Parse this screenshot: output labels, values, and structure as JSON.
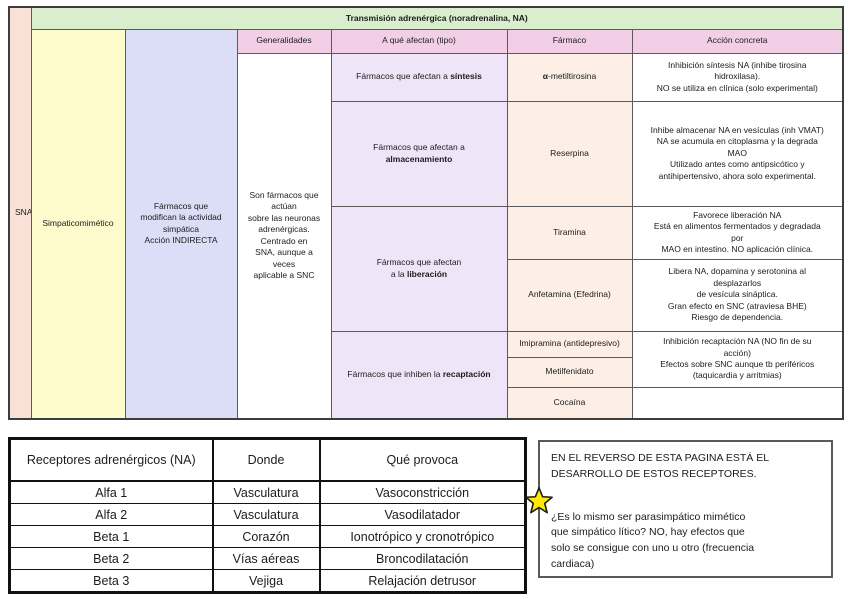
{
  "colors": {
    "green_band": "#d8eecd",
    "sna_pink": "#f9e1d7",
    "yellow_col": "#fdfbcc",
    "lavender_col": "#dcddf6",
    "pink_header": "#f2cfe7",
    "purple_cell": "#f0e4f9",
    "peach_cell": "#fdefe5",
    "salmon_header": "#f6d9c7",
    "donde_header": "#d8dbf4",
    "provoca_header": "#fbf9c6",
    "star_fill": "#ffe900"
  },
  "top_table": {
    "title": "Transmisión adrenérgica (noradrenalina, NA)",
    "sna_label": "SNA",
    "group_label": "Simpaticomimético",
    "mechanism_text": "Fármacos que\nmodifican la actividad\nsimpática\nAcción INDIRECTA",
    "headers": {
      "generalidades": "Generalidades",
      "tipo": "A qué afectan (tipo)",
      "farmaco": "Fármaco",
      "accion": "Acción concreta"
    },
    "generalidades_text": "Son fármacos que\nactúan\nsobre las neuronas\nadrenérgicas.\nCentrado en\nSNA, aunque a\nveces\naplicable a SNC",
    "rows": {
      "sintesis": {
        "tipo_prefix": "Fármacos que afectan a ",
        "tipo_bold": "síntesis",
        "farmaco_bold": "α",
        "farmaco_rest": "-metiltirosina",
        "accion": "Inhibición síntesis NA (inhibe tirosina\nhidroxilasa).\nNO se utiliza en clínica (solo experimental)"
      },
      "almacenamiento": {
        "tipo_prefix": "Fármacos que afectan a\n",
        "tipo_bold": "almacenamiento",
        "farmaco": "Reserpina",
        "accion": "Inhibe almacenar NA en vesículas (inh VMAT)\nNA se acumula en citoplasma y la degrada\nMAO\nUtilizado antes como antipsicótico y\nantihipertensivo, ahora solo experimental."
      },
      "liberacion": {
        "tipo_prefix": "Fármacos que afectan\na la ",
        "tipo_bold": "liberación"
      },
      "tiramina": {
        "farmaco": "Tiramina",
        "accion": "Favorece liberación NA\nEstá en alimentos fermentados y degradada\npor\nMAO en intestino. NO aplicación clínica."
      },
      "anfetamina": {
        "farmaco": "Anfetamina (Efedrina)",
        "accion": "Libera NA, dopamina y serotonina al\ndesplazarlos\nde vesícula sináptica.\nGran efecto en SNC (atraviesa BHE)\nRiesgo de dependencia."
      },
      "recaptacion": {
        "tipo_prefix": "Fármacos que inhiben la ",
        "tipo_bold": "recaptación"
      },
      "imipramina": {
        "farmaco": "Imipramina (antidepresivo)",
        "accion": "Inhibición recaptación NA (NO fin de su\nacción)\nEfectos sobre SNC aunque tb periféricos\n(taquicardia y arritmias)"
      },
      "metilfenidato": {
        "farmaco": "Metilfenidato"
      },
      "cocaina": {
        "farmaco": "Cocaína",
        "accion": ""
      }
    }
  },
  "receptors_table": {
    "headers": {
      "receptor": "Receptores adrenérgicos (NA)",
      "donde": "Donde",
      "provoca": "Qué provoca"
    },
    "rows": [
      {
        "receptor": "Alfa 1",
        "donde": "Vasculatura",
        "provoca": "Vasoconstricción"
      },
      {
        "receptor": "Alfa 2",
        "donde": "Vasculatura",
        "provoca": "Vasodilatador"
      },
      {
        "receptor": "Beta 1",
        "donde": "Corazón",
        "provoca": "Ionotrópico y cronotrópico"
      },
      {
        "receptor": "Beta 2",
        "donde": "Vías aéreas",
        "provoca": "Broncodilatación"
      },
      {
        "receptor": "Beta 3",
        "donde": "Vejiga",
        "provoca": "Relajación detrusor"
      }
    ]
  },
  "note_box": {
    "paragraph1": "EN EL REVERSO DE ESTA PAGINA ESTÁ EL\nDESARROLLO DE ESTOS RECEPTORES.",
    "paragraph2": "¿Es lo mismo ser parasimpático mimético\nque simpático lítico? NO, hay efectos que\nsolo se consigue con uno u otro (frecuencia\ncardiaca)",
    "star_icon_name": "star-icon"
  }
}
